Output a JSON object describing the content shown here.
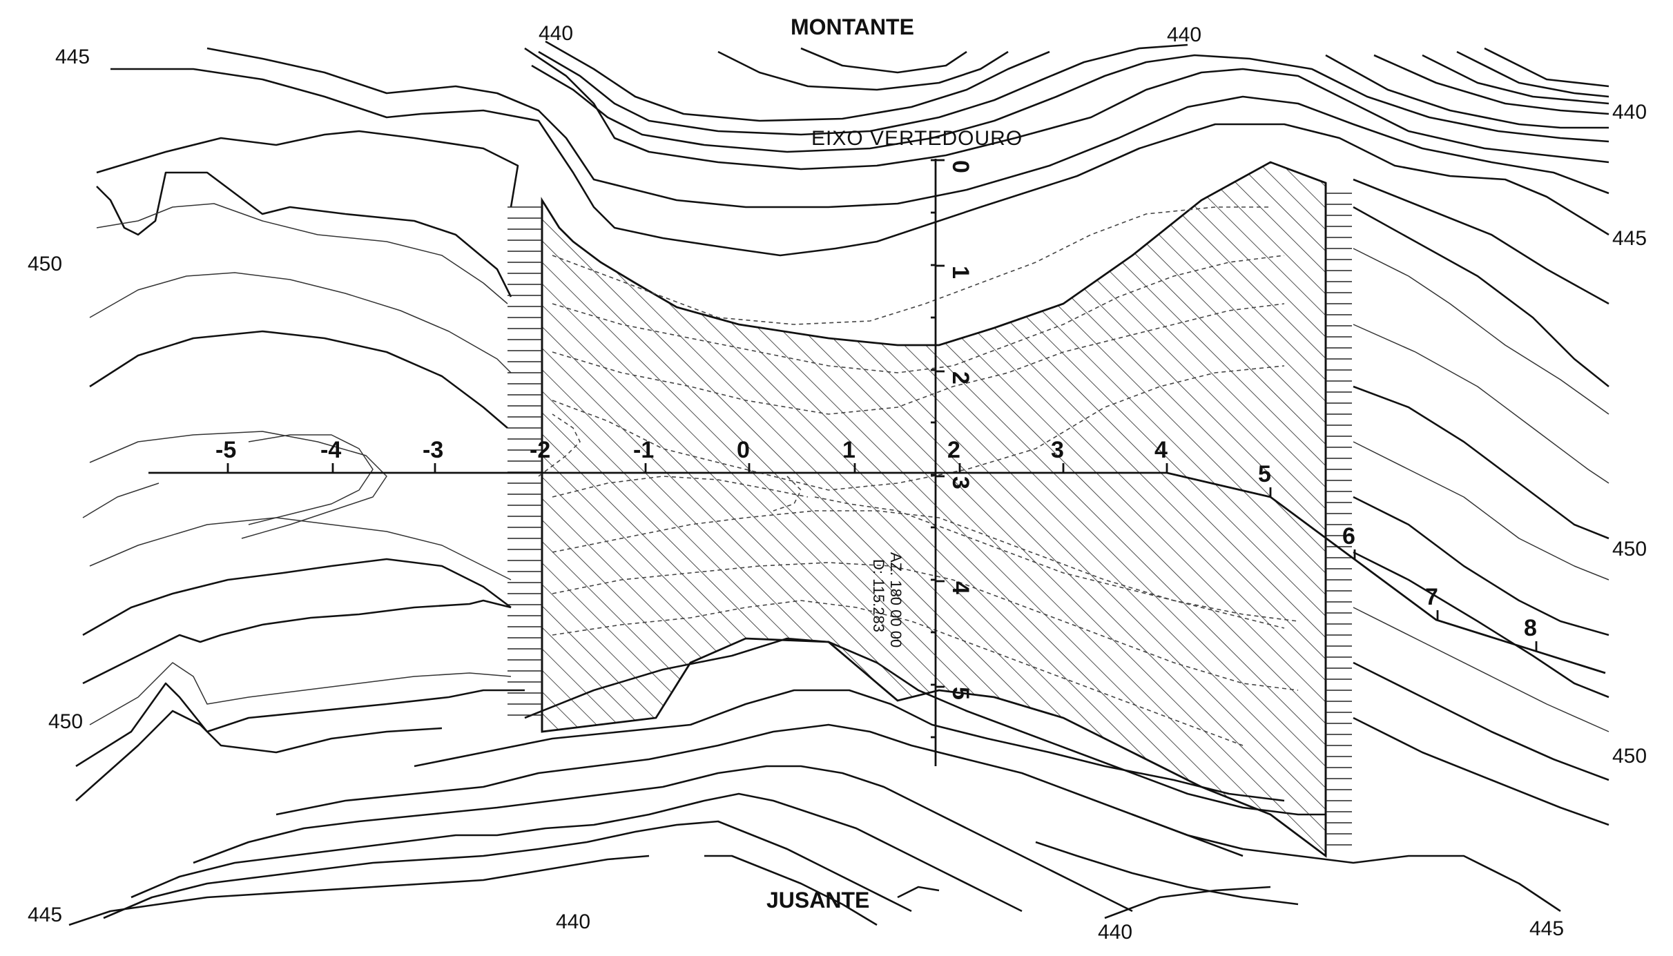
{
  "labels": {
    "upstream": "MONTANTE",
    "downstream": "JUSANTE",
    "axis_title": "EIXO VERTEDOURO",
    "azimuth": "AZ. 180 00 00",
    "distance": "D: 115.283"
  },
  "contour_labels": {
    "top_left_445": "445",
    "top_440_a": "440",
    "top_440_b": "440",
    "right_440": "440",
    "right_445": "445",
    "left_450_top": "450",
    "right_450_mid": "450",
    "left_450_bottom": "450",
    "right_450_bottom": "450",
    "bottom_left_445": "445",
    "bottom_440_a": "440",
    "bottom_440_b": "440",
    "bottom_right_445": "445"
  },
  "horizontal_stations": [
    "-5",
    "-4",
    "-3",
    "-2",
    "-1",
    "0",
    "1",
    "2",
    "3",
    "4",
    "5",
    "6",
    "7",
    "8"
  ],
  "vertical_stations": [
    "0",
    "1",
    "2",
    "3",
    "4",
    "5"
  ]
}
